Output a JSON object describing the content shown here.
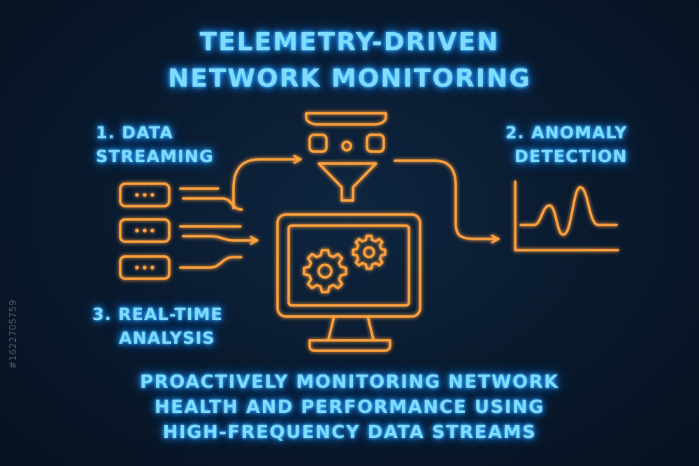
{
  "title": {
    "line1": "TELEMETRY-DRIVEN",
    "line2": "NETWORK MONITORING"
  },
  "steps": [
    {
      "line1": "1.  DATA",
      "line2": "STREAMING"
    },
    {
      "line1": "2.  ANOMALY",
      "line2": "DETECTION"
    },
    {
      "line1": "3.  REAL-TIME",
      "line2": "ANALYSIS"
    }
  ],
  "caption": {
    "line1": "PROACTIVELY MONITORING NETWORK",
    "line2": "HEALTH AND PERFORMANCE USING",
    "line3": "HIGH-FREQUENCY DATA STREAMS"
  },
  "watermark": "#1622705759",
  "colors": {
    "text_glow": "#7fdcff",
    "icon_orange": "#ffa13d",
    "background": "#081729"
  },
  "icons": [
    "server-stack-icon",
    "funnel-icon",
    "monitor-icon",
    "gears-icon",
    "line-chart-icon",
    "arrow-icon"
  ]
}
